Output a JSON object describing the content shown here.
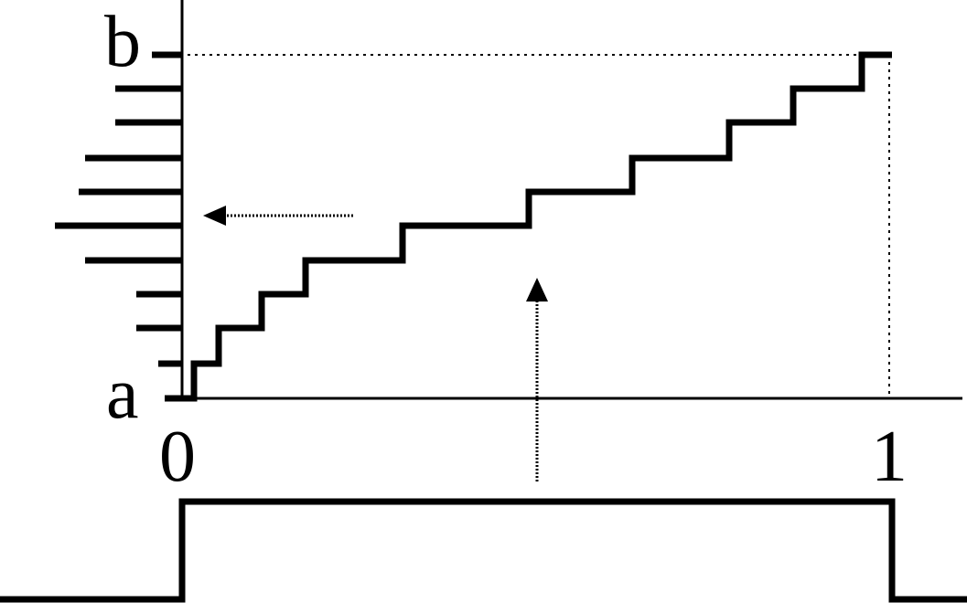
{
  "labels": {
    "y_min": "a",
    "y_max": "b",
    "x_min": "0",
    "x_max": "1"
  },
  "colors": {
    "ink": "#000000",
    "background": "#ffffff"
  },
  "icons": {
    "horizontal_arrow": "arrow-left-icon",
    "vertical_arrow": "arrow-up-icon"
  }
}
